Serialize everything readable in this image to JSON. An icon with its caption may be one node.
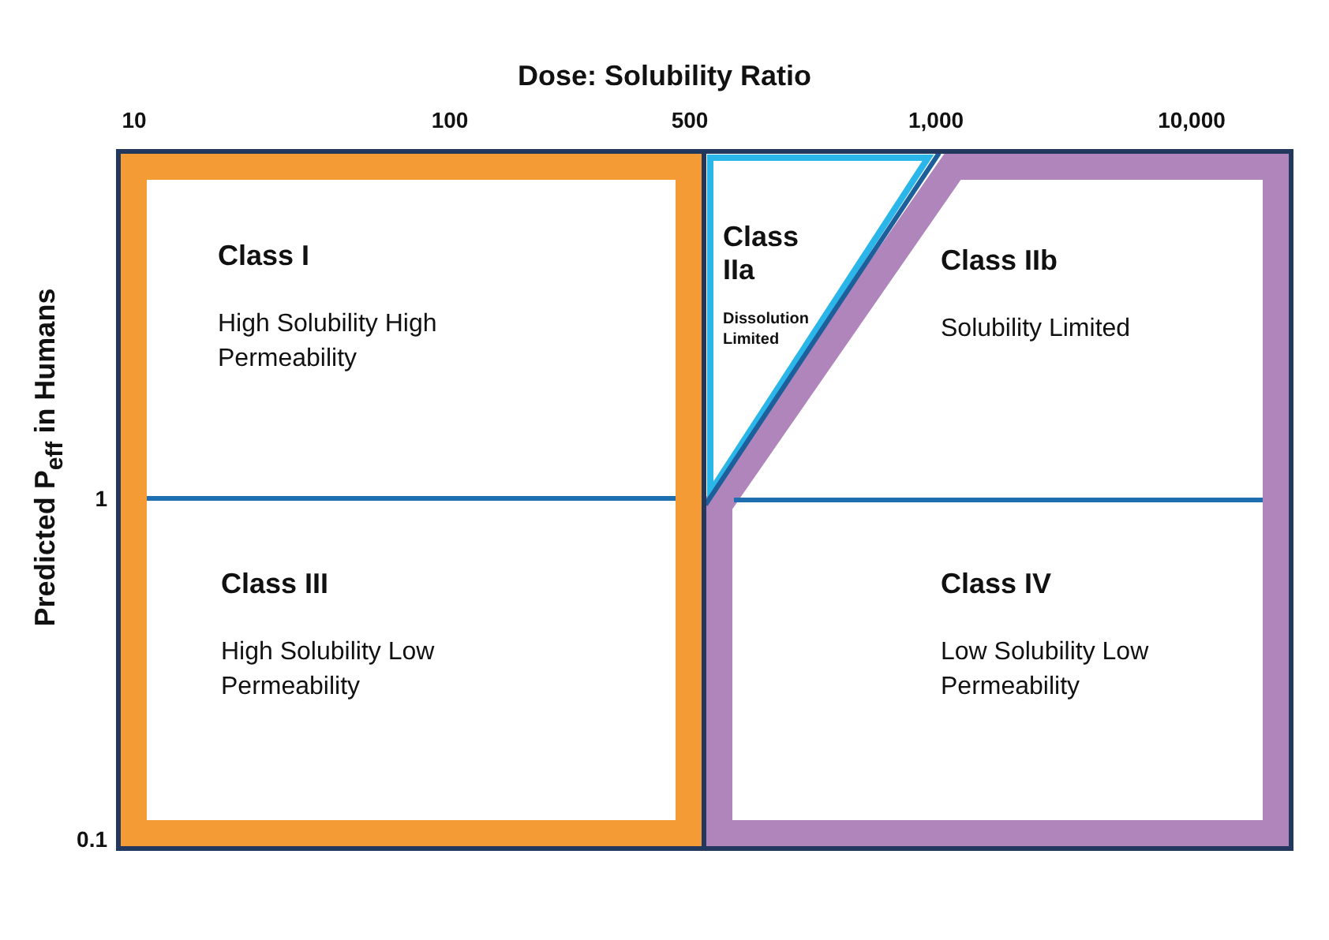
{
  "diagram": {
    "title": "Dose: Solubility Ratio",
    "nodes": [
      {
        "text": [
          "Class I",
          "High Solubility High Permeability"
        ]
      },
      {
        "text": [
          "Class IIa",
          "Dissolution Limited"
        ]
      },
      {
        "text": [
          "Class IIb",
          "Solubility Limited"
        ]
      },
      {
        "text": [
          "Class III",
          "High Solubility Low Permeability"
        ]
      },
      {
        "text": [
          "Class IV",
          "Low Solubility Low Permeability"
        ]
      }
    ],
    "labels": [
      "10",
      "100",
      "500",
      "1,000",
      "10,000",
      "1",
      "0.1",
      "Predicted P$_{eff}$ in Humans"
    ]
  }
}
